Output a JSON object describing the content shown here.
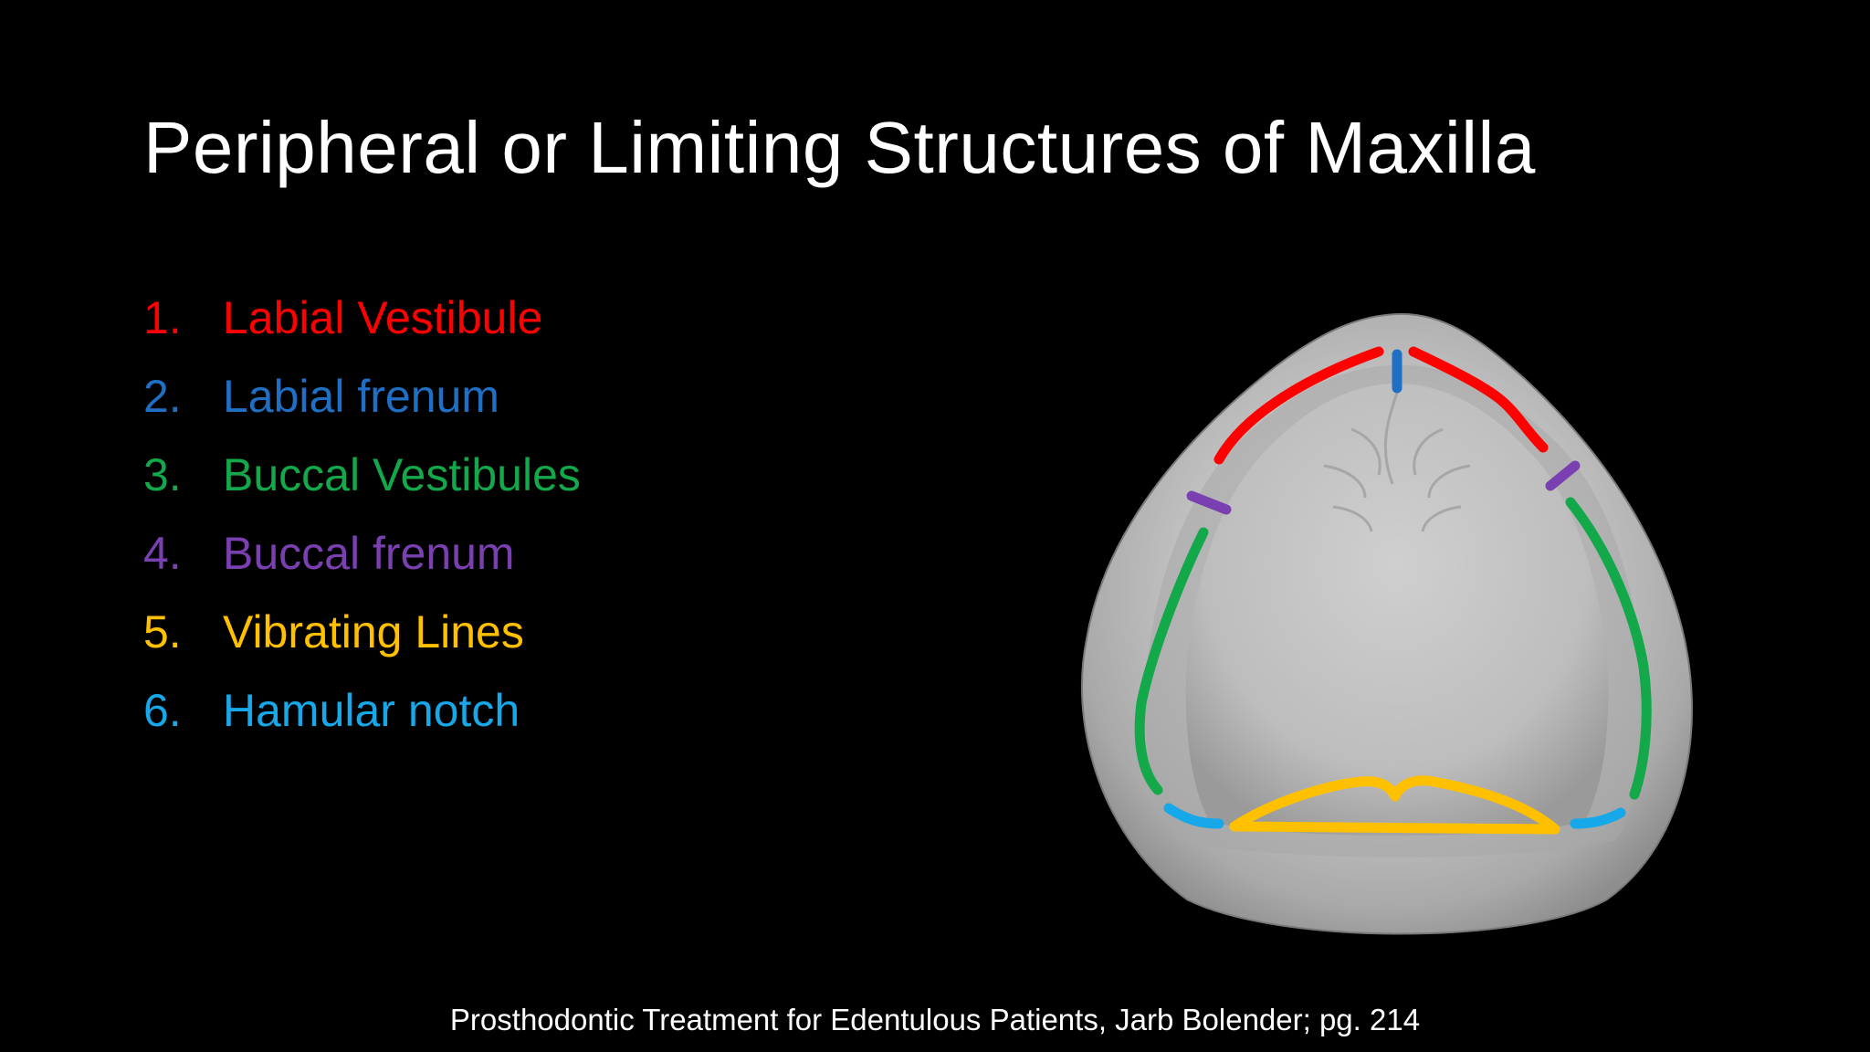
{
  "slide": {
    "title": "Peripheral or Limiting Structures of Maxilla",
    "citation": "Prosthodontic Treatment for Edentulous Patients, Jarb Bolender; pg. 214"
  },
  "list": {
    "items": [
      {
        "number": "1.",
        "label": "Labial Vestibule",
        "color": "#ff0000"
      },
      {
        "number": "2.",
        "label": "Labial frenum",
        "color": "#1f6fc5"
      },
      {
        "number": "3.",
        "label": "Buccal Vestibules",
        "color": "#13a84a"
      },
      {
        "number": "4.",
        "label": "Buccal frenum",
        "color": "#7a3fb0"
      },
      {
        "number": "5.",
        "label": "Vibrating Lines",
        "color": "#ffc000"
      },
      {
        "number": "6.",
        "label": "Hamular notch",
        "color": "#16a8e8"
      }
    ]
  },
  "diagram": {
    "subject": "maxillary-cast",
    "marker_colors": {
      "labial_vestibule": "#ff0000",
      "labial_frenum": "#1f6fc5",
      "buccal_vestibules": "#13a84a",
      "buccal_frenum": "#7a3fb0",
      "vibrating_lines": "#ffc000",
      "hamular_notch": "#16a8e8"
    }
  }
}
